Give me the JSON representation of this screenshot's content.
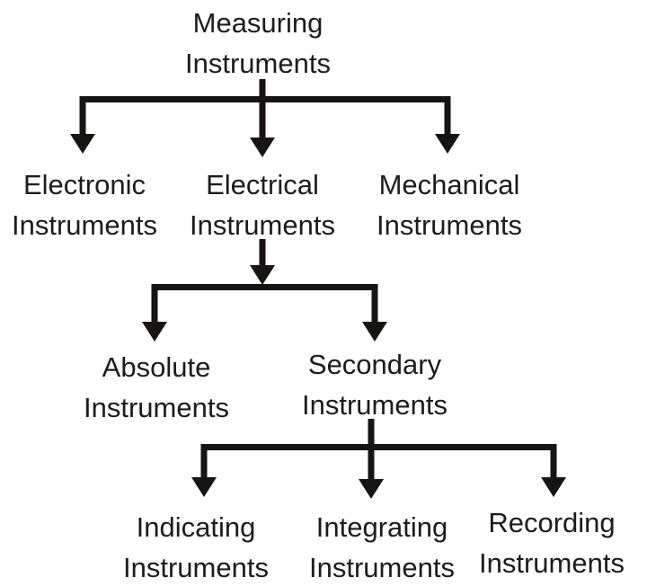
{
  "nodes": {
    "measuring": {
      "line1": "Measuring",
      "line2": "Instruments"
    },
    "electronic": {
      "line1": "Electronic",
      "line2": "Instruments"
    },
    "electrical": {
      "line1": "Electrical",
      "line2": "Instruments"
    },
    "mechanical": {
      "line1": "Mechanical",
      "line2": "Instruments"
    },
    "absolute": {
      "line1": "Absolute",
      "line2": "Instruments"
    },
    "secondary": {
      "line1": "Secondary",
      "line2": "Instruments"
    },
    "indicating": {
      "line1": "Indicating",
      "line2": "Instruments"
    },
    "integrating": {
      "line1": "Integrating",
      "line2": "Instruments"
    },
    "recording": {
      "line1": "Recording",
      "line2": "Instruments"
    }
  },
  "edges": [
    {
      "from": "Measuring Instruments",
      "to": "Electronic Instruments"
    },
    {
      "from": "Measuring Instruments",
      "to": "Electrical Instruments"
    },
    {
      "from": "Measuring Instruments",
      "to": "Mechanical Instruments"
    },
    {
      "from": "Electrical Instruments",
      "to": "Absolute Instruments"
    },
    {
      "from": "Electrical Instruments",
      "to": "Secondary Instruments"
    },
    {
      "from": "Secondary Instruments",
      "to": "Indicating Instruments"
    },
    {
      "from": "Secondary Instruments",
      "to": "Integrating Instruments"
    },
    {
      "from": "Secondary Instruments",
      "to": "Recording Instruments"
    }
  ],
  "colors": {
    "line": "#171414",
    "text": "#1e1b1b",
    "background": "#ffffff"
  }
}
